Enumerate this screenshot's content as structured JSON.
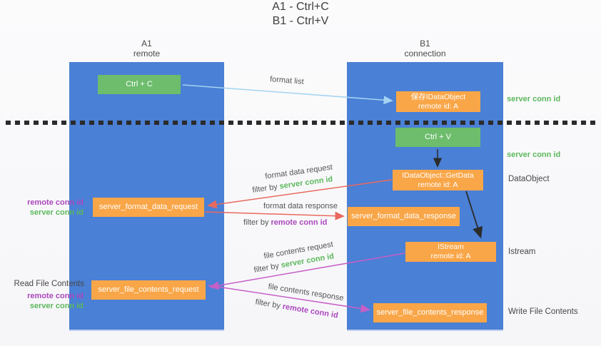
{
  "title": {
    "line1": "A1 - Ctrl+C",
    "line2": "B1 - Ctrl+V"
  },
  "lifelines": {
    "left": {
      "name": "A1",
      "role": "remote"
    },
    "right": {
      "name": "B1",
      "role": "connection"
    }
  },
  "nodes": {
    "ctrl_c": {
      "label": "Ctrl + C"
    },
    "save_idataobject": {
      "line1": "保存IDataObject",
      "line2": "remote id: A"
    },
    "ctrl_v": {
      "label": "Ctrl + V"
    },
    "getdata": {
      "line1": "IDataObject::GetData",
      "line2": "remote id: A"
    },
    "server_format_data_request": {
      "label": "server_format_data_request"
    },
    "server_format_data_response": {
      "label": "server_format_data_response"
    },
    "istream": {
      "line1": "IStream",
      "line2": "remote id: A"
    },
    "server_file_contents_request": {
      "label": "server_file_contents_request"
    },
    "server_file_contents_response": {
      "label": "server_file_contents_response"
    }
  },
  "arrow_labels": {
    "format_list": "format list",
    "format_data_request": "format data request",
    "format_data_response": "format data response",
    "file_contents_request": "file contents request",
    "file_contents_response": "file contents response",
    "filter_by": "filter by",
    "server_conn_id": "server conn id",
    "remote_conn_id": "remote conn id"
  },
  "side_labels": {
    "right_server_conn_id_top": "server conn id",
    "right_server_conn_id_mid": "server conn id",
    "dataobject": "DataObject",
    "istream": "Istream",
    "write_file_contents": "Write File Contents",
    "read_file_contents": "Read File Contents",
    "left_remote_conn_id_top": "remote conn id",
    "left_server_conn_id_top": "server conn id",
    "left_remote_conn_id_bottom": "remote conn id",
    "left_server_conn_id_bottom": "server conn id"
  },
  "colors": {
    "lifeline_blue": "#4a80d5",
    "action_green": "#6dbd6d",
    "node_orange": "#f9a648",
    "arrow_format_list": "#a5d3f2",
    "arrow_format_data": "#e96a5f",
    "arrow_file_contents": "#c75fc7",
    "conn_id_green": "#5cb85c",
    "conn_id_purple": "#ab47bc",
    "divider_black": "#2b2b2b"
  }
}
